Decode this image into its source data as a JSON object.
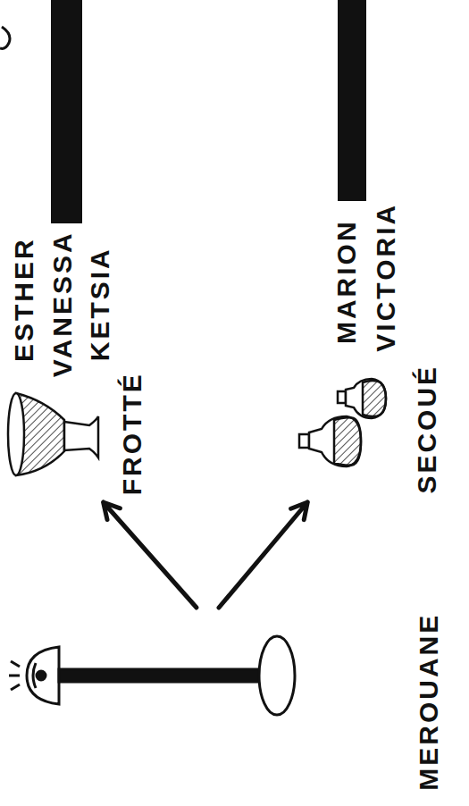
{
  "diagram": {
    "nodes": [
      {
        "text": [
          "MEROUANE"
        ]
      },
      {
        "text": [
          "FROTTÉ"
        ]
      },
      {
        "text": [
          "SECOUÉ"
        ]
      }
    ],
    "edges": [
      {
        "from": 0,
        "to": 1,
        "arrow": "to"
      },
      {
        "from": 0,
        "to": 2,
        "arrow": "to"
      }
    ],
    "labels": [
      "ESTHER",
      "VANESSA",
      "KETSIA",
      "MARION",
      "VICTORIA"
    ]
  }
}
